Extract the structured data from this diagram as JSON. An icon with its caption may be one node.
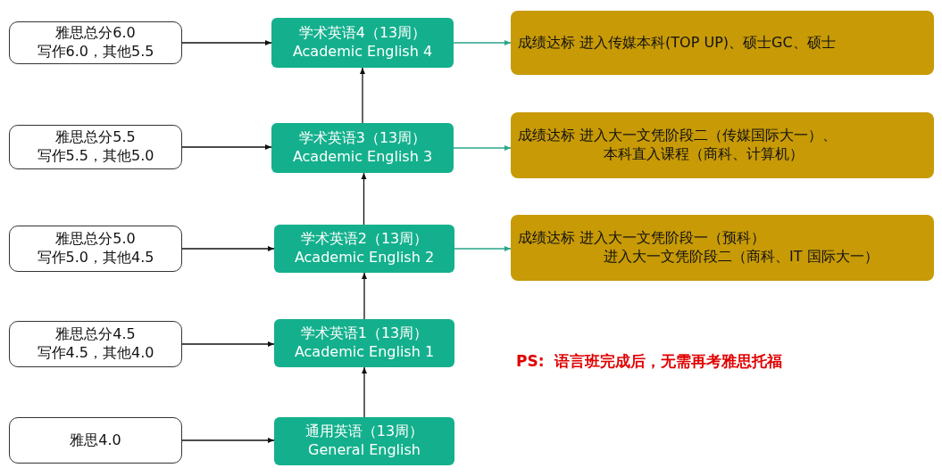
{
  "diagram": {
    "nodes": [
      {
        "text": [
          "雅思总分6.0",
          "写作6.0，其他5.5"
        ]
      },
      {
        "text": [
          "学术英语4（13周）",
          "Academic English 4"
        ]
      },
      {
        "text": [
          "成绩达标  进入传媒本科(TOP UP)、硕士GC、硕士"
        ]
      },
      {
        "text": [
          "雅思总分5.5",
          "写作5.5，其他5.0"
        ]
      },
      {
        "text": [
          "学术英语3（13周）",
          "Academic English 3"
        ]
      },
      {
        "text": [
          "成绩达标  进入大一文凭阶段二（传媒国际大一）、",
          "本科直入课程（商科、计算机）"
        ]
      },
      {
        "text": [
          "雅思总分5.0",
          "写作5.0，其他4.5"
        ]
      },
      {
        "text": [
          "学术英语2（13周）",
          "Academic English 2"
        ]
      },
      {
        "text": [
          "成绩达标  进入大一文凭阶段一（预科）",
          "进入大一文凭阶段二（商科、IT 国际大一）"
        ]
      },
      {
        "text": [
          "雅思总分4.5",
          "写作4.5，其他4.0"
        ]
      },
      {
        "text": [
          "学术英语1（13周）",
          "Academic English 1"
        ]
      },
      {
        "text": [
          "雅思4.0"
        ]
      },
      {
        "text": [
          "通用英语（13周）",
          "General English"
        ]
      }
    ],
    "edges": [
      {
        "from": 0,
        "to": 1,
        "arrow": "to"
      },
      {
        "from": 1,
        "to": 2,
        "arrow": "to",
        "color": "#2aa58a"
      },
      {
        "from": 3,
        "to": 4,
        "arrow": "to"
      },
      {
        "from": 4,
        "to": 5,
        "arrow": "to",
        "color": "#2aa58a"
      },
      {
        "from": 6,
        "to": 7,
        "arrow": "to"
      },
      {
        "from": 7,
        "to": 8,
        "arrow": "to",
        "color": "#2aa58a"
      },
      {
        "from": 9,
        "to": 10,
        "arrow": "to"
      },
      {
        "from": 11,
        "to": 12,
        "arrow": "to"
      },
      {
        "from": 12,
        "to": 10,
        "arrow": "to"
      },
      {
        "from": 10,
        "to": 7,
        "arrow": "to"
      },
      {
        "from": 7,
        "to": 4,
        "arrow": "to"
      },
      {
        "from": 4,
        "to": 1,
        "arrow": "to"
      }
    ],
    "labels": [
      "PS:  语言班完成后，无需再考雅思托福"
    ]
  }
}
